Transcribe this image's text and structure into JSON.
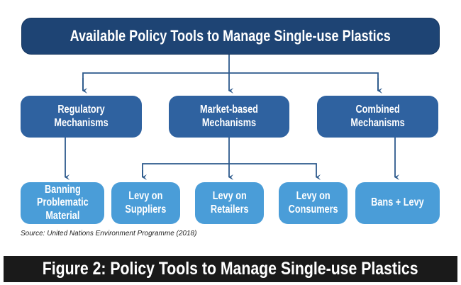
{
  "title": "Available Policy Tools to Manage Single-use Plastics",
  "categories": [
    {
      "label": "Regulatory\nMechanisms"
    },
    {
      "label": "Market-based\nMechanisms"
    },
    {
      "label": "Combined\nMechanisms"
    }
  ],
  "tools": [
    {
      "label": "Banning\nProblematic\nMaterial"
    },
    {
      "label": "Levy on\nSuppliers"
    },
    {
      "label": "Levy on\nRetailers"
    },
    {
      "label": "Levy on\nConsumers"
    },
    {
      "label": "Bans + Levy"
    }
  ],
  "source": "Source: United Nations Environment Programme (2018)",
  "caption": "Figure 2: Policy Tools to Manage Single-use Plastics",
  "colors": {
    "top": "#1e4474",
    "mid": "#2f62a0",
    "bottom": "#4a9dd8",
    "arrow": "#2d5a8c"
  }
}
